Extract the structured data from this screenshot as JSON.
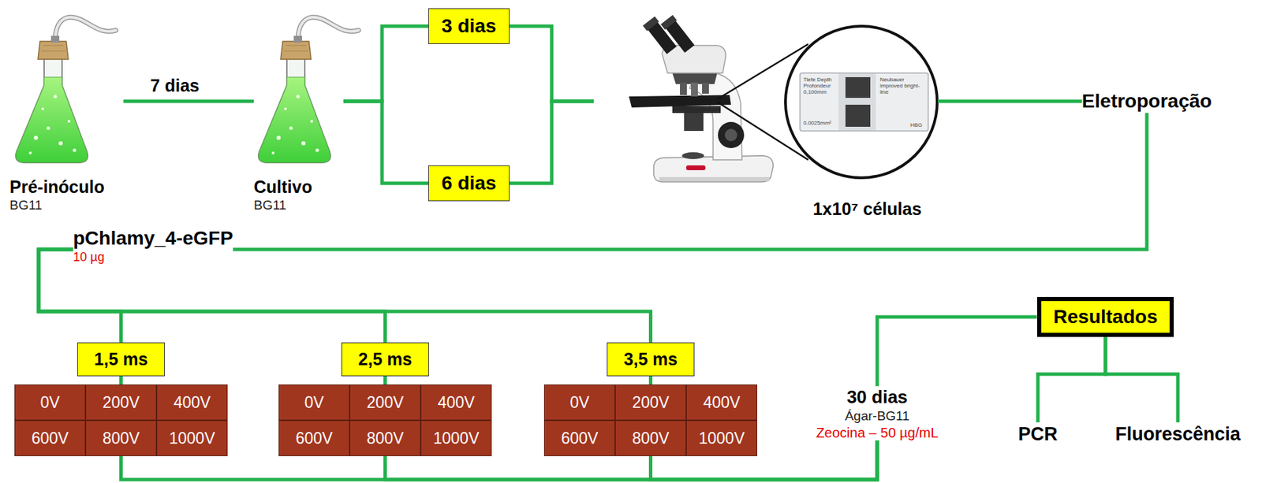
{
  "diagram": {
    "nodes": [
      {
        "text": [
          "Pré-inóculo",
          "BG11"
        ]
      },
      {
        "text": [
          "Cultivo",
          "BG11"
        ]
      },
      {
        "text": [
          "3 dias"
        ]
      },
      {
        "text": [
          "6 dias"
        ]
      },
      {
        "text": [
          "1x10⁷ células"
        ]
      },
      {
        "text": [
          "Eletroporação"
        ]
      },
      {
        "text": [
          "pChlamy_4-eGFP",
          "10 µg"
        ]
      },
      {
        "text": [
          "1,5 ms"
        ]
      },
      {
        "text": [
          "0V"
        ],
        "in": 7
      },
      {
        "text": [
          "200V"
        ],
        "in": 7
      },
      {
        "text": [
          "400V"
        ],
        "in": 7
      },
      {
        "text": [
          "600V"
        ],
        "in": 7
      },
      {
        "text": [
          "800V"
        ],
        "in": 7
      },
      {
        "text": [
          "1000V"
        ],
        "in": 7
      },
      {
        "text": [
          "2,5 ms"
        ]
      },
      {
        "text": [
          "0V"
        ],
        "in": 14
      },
      {
        "text": [
          "200V"
        ],
        "in": 14
      },
      {
        "text": [
          "400V"
        ],
        "in": 14
      },
      {
        "text": [
          "600V"
        ],
        "in": 14
      },
      {
        "text": [
          "800V"
        ],
        "in": 14
      },
      {
        "text": [
          "1000V"
        ],
        "in": 14
      },
      {
        "text": [
          "3,5 ms"
        ]
      },
      {
        "text": [
          "0V"
        ],
        "in": 21
      },
      {
        "text": [
          "200V"
        ],
        "in": 21
      },
      {
        "text": [
          "400V"
        ],
        "in": 21
      },
      {
        "text": [
          "600V"
        ],
        "in": 21
      },
      {
        "text": [
          "800V"
        ],
        "in": 21
      },
      {
        "text": [
          "1000V"
        ],
        "in": 21
      },
      {
        "text": [
          "30 dias",
          "Ágar-BG11",
          "Zeocina – 50 µg/mL"
        ]
      },
      {
        "text": [
          "Resultados"
        ]
      },
      {
        "text": [
          "PCR"
        ]
      },
      {
        "text": [
          "Fluorescência"
        ]
      }
    ],
    "edges": [
      {
        "from": 0,
        "to": 1,
        "arrow": "none",
        "label": "7 dias"
      },
      {
        "from": 1,
        "to": 2,
        "arrow": "none"
      },
      {
        "from": 1,
        "to": 3,
        "arrow": "none"
      },
      {
        "from": 2,
        "to": 4,
        "arrow": "none"
      },
      {
        "from": 3,
        "to": 4,
        "arrow": "none"
      },
      {
        "from": 4,
        "to": 5,
        "arrow": "none"
      },
      {
        "from": 5,
        "to": 6,
        "arrow": "none"
      },
      {
        "from": 6,
        "to": 7,
        "arrow": "none"
      },
      {
        "from": 6,
        "to": 14,
        "arrow": "none"
      },
      {
        "from": 6,
        "to": 21,
        "arrow": "none"
      },
      {
        "from": 7,
        "to": 28,
        "arrow": "none"
      },
      {
        "from": 14,
        "to": 28,
        "arrow": "none"
      },
      {
        "from": 21,
        "to": 28,
        "arrow": "none"
      },
      {
        "from": 28,
        "to": 29,
        "arrow": "none"
      },
      {
        "from": 29,
        "to": 30,
        "arrow": "none"
      },
      {
        "from": 29,
        "to": 31,
        "arrow": "none"
      }
    ],
    "labels": [
      "Tiefe Depth Profondeur 0,100mm",
      "Neubauer improved bright-line",
      "0.0025mm²",
      "HBG"
    ]
  }
}
